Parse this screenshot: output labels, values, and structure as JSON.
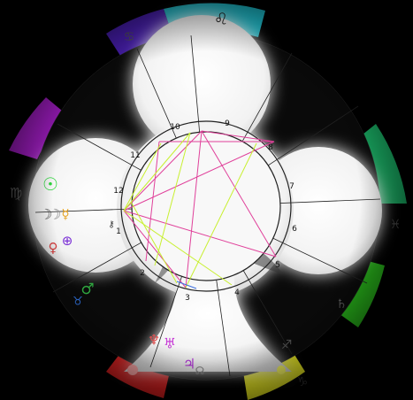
{
  "chart": {
    "house_numbers": [
      "1",
      "2",
      "3",
      "4",
      "5",
      "6",
      "7",
      "8",
      "9",
      "10",
      "11",
      "12"
    ],
    "sign_glyphs": {
      "leo": "♌",
      "cancer": "♋",
      "scorpio": "♏",
      "taurus": "♉",
      "capricorn": "♑",
      "sagittarius": "♐",
      "virgo": "♍",
      "pisces": "♓"
    },
    "planet_glyphs": {
      "sun": "☉",
      "moon": "☽",
      "mercury": "☿",
      "venus": "♀",
      "earth": "⊕",
      "mars": "♂",
      "neptune": "♆",
      "uranus": "♅",
      "jupiter": "♃",
      "saturn": "♄",
      "chiron": "⚷",
      "node": "☊"
    },
    "ring_colors": {
      "top": "#1fc6d6",
      "top_left": "#4a1fb5",
      "left": "#b01fd6",
      "right": "#1fd67a",
      "bottom_left": "#d61f1f",
      "bottom": "#e6e61f",
      "bottom_right": "#2fd61f"
    },
    "aspect_colors": {
      "magenta": "#e0409a",
      "lime": "#c8f030",
      "blue": "#3a6ee0"
    }
  }
}
